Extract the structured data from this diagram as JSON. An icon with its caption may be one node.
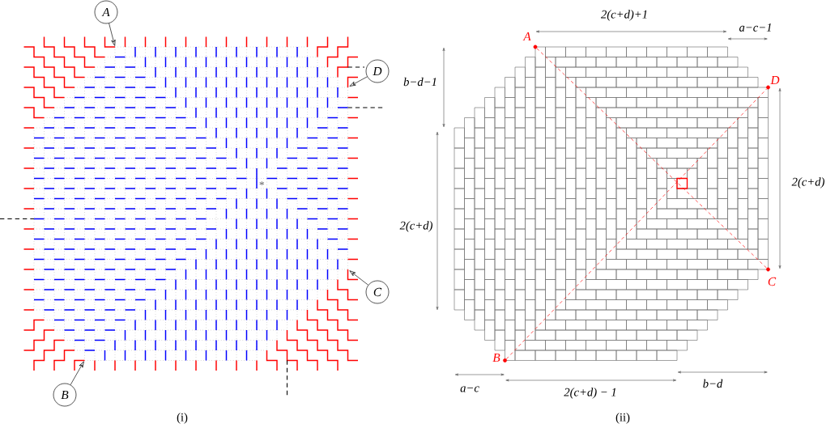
{
  "diagram": {
    "nodes": [
      {
        "text": [
          "A"
        ]
      },
      {
        "text": [
          "D"
        ]
      },
      {
        "text": [
          "C"
        ]
      },
      {
        "text": [
          "B"
        ]
      },
      {
        "text": [],
        "shape": "circle",
        "beside": [
          "A"
        ]
      },
      {
        "text": [],
        "shape": "circle",
        "beside": [
          "D"
        ]
      },
      {
        "text": [],
        "shape": "circle",
        "beside": [
          "C"
        ]
      },
      {
        "text": [],
        "shape": "circle",
        "beside": [
          "B"
        ]
      }
    ],
    "edges": [
      {
        "from": 0,
        "to": null,
        "arrow": "to"
      },
      {
        "from": 1,
        "to": null,
        "arrow": "to"
      },
      {
        "from": 2,
        "to": null,
        "arrow": "to"
      },
      {
        "from": 3,
        "to": null,
        "arrow": "to"
      },
      {
        "from": 4,
        "to": 6,
        "arrow": "none",
        "style": "dashed",
        "color": "#ff0000"
      },
      {
        "from": 7,
        "to": 5,
        "arrow": "none",
        "style": "dashed",
        "color": "#ff0000"
      }
    ],
    "labels": [
      "*",
      "(i)",
      "2(c+d)+1",
      "a−c−1",
      "b−d−1",
      "2(c+d)",
      "2(c+d)",
      "a−c",
      "2(c+d) − 1",
      "b−d",
      "(ii)"
    ]
  }
}
